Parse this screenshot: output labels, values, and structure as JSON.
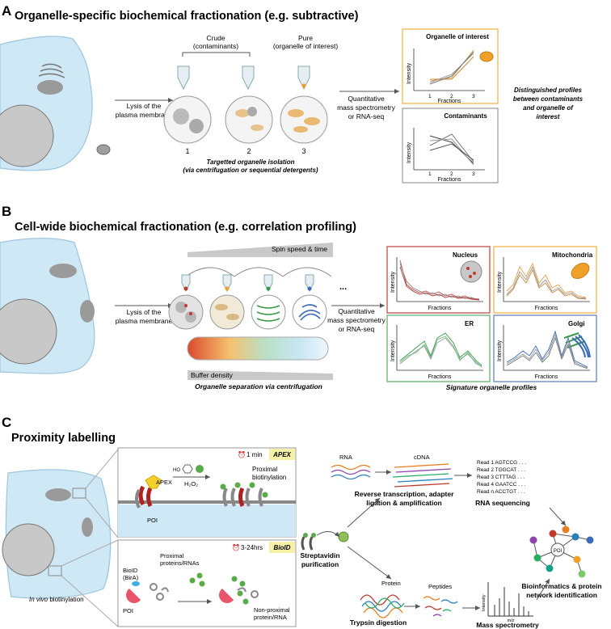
{
  "panelA": {
    "letter": "A",
    "title": "Organelle-specific biochemical fractionation (e.g. subtractive)",
    "lysis": [
      "Lysis of the",
      "plasma membrane"
    ],
    "crude": [
      "Crude",
      "(contaminants)"
    ],
    "pure": [
      "Pure",
      "(organelle of interest)"
    ],
    "fraction_numbers": [
      "1",
      "2",
      "3"
    ],
    "caption": [
      "Targetted organelle isolation",
      "(via centrifugation or sequential detergents)"
    ],
    "quant": [
      "Quantitative",
      "mass spectrometry",
      "or RNA-seq"
    ],
    "chart1_title": "Organelle of interest",
    "chart2_title": "Contaminants",
    "ylabel": "Intensity",
    "xlabel": "Fractions",
    "ticks": [
      "1",
      "2",
      "3"
    ],
    "note": [
      "Distinguished profiles",
      "between contaminants",
      "and organelle of",
      "interest"
    ]
  },
  "panelB": {
    "letter": "B",
    "title": "Cell-wide biochemical fractionation (e.g. correlation profiling)",
    "spin": "Spin speed & time",
    "lysis": [
      "Lysis of the",
      "plasma membrane"
    ],
    "ellipsis": "...",
    "buffer": "Buffer density",
    "caption": "Organelle separation via centrifugation",
    "quant": [
      "Quantitative",
      "mass spectrometry",
      "or RNA-seq"
    ],
    "charts": [
      "Nucleus",
      "Mitochondria",
      "ER",
      "Golgi"
    ],
    "ylabel": "Intensity",
    "xlabel": "Fractions",
    "caption2": "Signature organelle profiles"
  },
  "panelC": {
    "letter": "C",
    "title": "Proximity labelling",
    "apex_time": "1 min",
    "apex": "APEX",
    "apex_label": "APEX",
    "ho": "HO",
    "h2o2": "H₂O₂",
    "proximal": [
      "Proximal",
      "biotinylation"
    ],
    "poi": "POI",
    "bioid_time": "3-24hrs",
    "bioid": "BioID",
    "bioid_label": [
      "BioID",
      "(BirA)"
    ],
    "prox_prot": [
      "Proximal",
      "proteins/RNAs"
    ],
    "nonprox": [
      "Non-proximal",
      "protein/RNA"
    ],
    "in_vivo": "In vivo",
    "in_vivo_rest": " biotinylation",
    "rna": "RNA",
    "cdna": "cDNA",
    "rt": [
      "Reverse transcription, adapter",
      "ligation & amplification"
    ],
    "reads": [
      "Read 1 AGTCCG . . .",
      "Read 2 TGGCAT . . .",
      "Read 3 CTTTAG . . .",
      "Read 4 GAATCC . . .",
      "Read n ACCTGT . . ."
    ],
    "rnaseq": "RNA sequencing",
    "strep": [
      "Streptavidin",
      "purification"
    ],
    "protein": "Protein",
    "peptides": "Peptides",
    "trypsin": "Trypsin digestion",
    "ms_y": "Intensity",
    "ms_x": "m/z",
    "ms": "Mass spectrometry",
    "net_poi": "POI",
    "bioinfo": [
      "Bioinformatics & protein",
      "network identification"
    ]
  },
  "colors": {
    "cell": "#cfe8f5",
    "cell_stroke": "#9cc6de",
    "orange": "#f0a028",
    "nucleus_border": "#c0504d",
    "mito_border": "#f2b54a",
    "er_border": "#62b374",
    "golgi_border": "#6a86b8",
    "biotin": "#5aab4a"
  }
}
